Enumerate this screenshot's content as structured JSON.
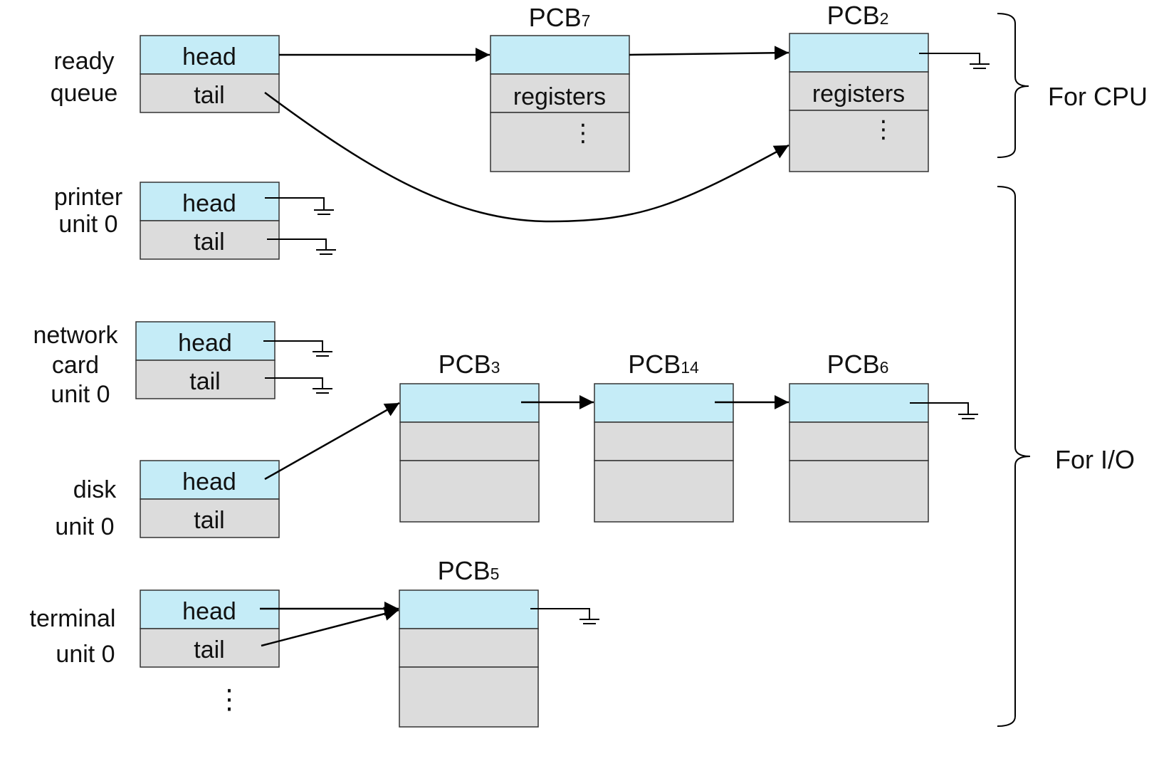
{
  "queues": [
    {
      "name": "ready-queue",
      "label_lines": [
        "ready",
        "queue"
      ],
      "head": "head",
      "tail": "tail"
    },
    {
      "name": "printer-unit-0",
      "label_lines": [
        "printer",
        "unit 0"
      ],
      "head": "head",
      "tail": "tail"
    },
    {
      "name": "network-card-unit-0",
      "label_lines": [
        "network",
        "card",
        "unit 0"
      ],
      "head": "head",
      "tail": "tail"
    },
    {
      "name": "disk-unit-0",
      "label_lines": [
        "disk",
        "unit 0"
      ],
      "head": "head",
      "tail": "tail"
    },
    {
      "name": "terminal-unit-0",
      "label_lines": [
        "terminal",
        "unit 0"
      ],
      "head": "head",
      "tail": "tail"
    }
  ],
  "pcbs": [
    {
      "name": "pcb-7",
      "prefix": "PCB",
      "num": "7",
      "registers": "registers"
    },
    {
      "name": "pcb-2",
      "prefix": "PCB",
      "num": "2",
      "registers": "registers"
    },
    {
      "name": "pcb-3",
      "prefix": "PCB",
      "num": "3",
      "registers": ""
    },
    {
      "name": "pcb-14",
      "prefix": "PCB",
      "num": "14",
      "registers": ""
    },
    {
      "name": "pcb-6",
      "prefix": "PCB",
      "num": "6",
      "registers": ""
    },
    {
      "name": "pcb-5",
      "prefix": "PCB",
      "num": "5",
      "registers": ""
    }
  ],
  "brackets": {
    "cpu": "For CPU",
    "io": "For I/O"
  },
  "ellipsis": "⋮",
  "colors": {
    "cell_blue": "#c5ecf7",
    "cell_gray": "#dcdcdc"
  }
}
